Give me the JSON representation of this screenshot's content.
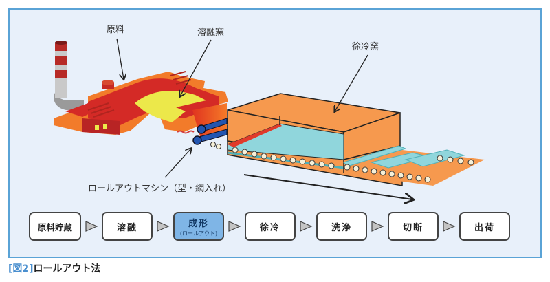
{
  "figure": {
    "title": "ロールアウト法",
    "figure_label": "[図2]",
    "colors": {
      "panel_bg": "#e8f0fa",
      "panel_border": "#5aa3d6",
      "active_step": "#7fb5e6",
      "furnace_red": "#d42a26",
      "furnace_orange": "#f28a3a",
      "molten_yellow": "#ece84a",
      "lehr_orange": "#f6994e",
      "glass_cyan": "#90d6dc",
      "roller_blue": "#2255b0"
    }
  },
  "labels": {
    "raw_material": "原料",
    "melting_furnace": "溶融窯",
    "annealing_lehr": "徐冷窯",
    "rollout_machine": "ロールアウトマシン（型・網入れ）"
  },
  "process_flow": [
    {
      "label": "原料貯蔵",
      "sub": "",
      "active": false
    },
    {
      "label": "溶融",
      "sub": "",
      "active": false
    },
    {
      "label": "成形",
      "sub": "(ロールアウト)",
      "active": true
    },
    {
      "label": "徐冷",
      "sub": "",
      "active": false
    },
    {
      "label": "洗浄",
      "sub": "",
      "active": false
    },
    {
      "label": "切断",
      "sub": "",
      "active": false
    },
    {
      "label": "出荷",
      "sub": "",
      "active": false
    }
  ]
}
